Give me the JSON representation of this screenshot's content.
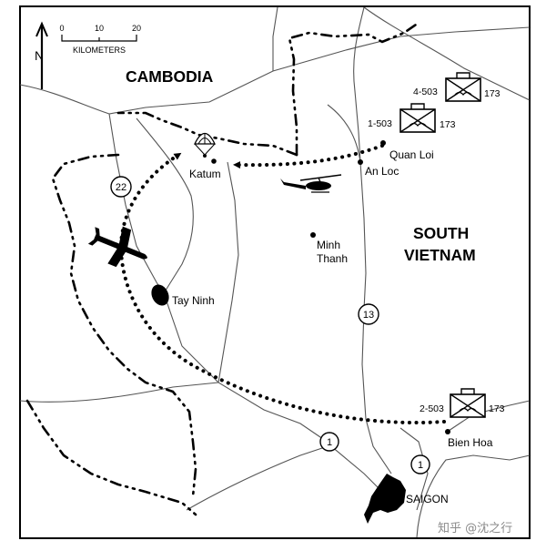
{
  "map": {
    "scale_bar": {
      "ticks": [
        "0",
        "10",
        "20"
      ],
      "unit": "KILOMETERS"
    },
    "north_label": "N",
    "regions": {
      "cambodia": "CAMBODIA",
      "south_vietnam_line1": "SOUTH",
      "south_vietnam_line2": "VIETNAM"
    },
    "places": {
      "katum": "Katum",
      "quan_loi": "Quan Loi",
      "an_loc": "An Loc",
      "minh_thanh_line1": "Minh",
      "minh_thanh_line2": "Thanh",
      "tay_ninh": "Tay Ninh",
      "bien_hoa": "Bien Hoa",
      "saigon": "SAIGON"
    },
    "highways": {
      "h22": "22",
      "h13": "13",
      "h1a": "1",
      "h1b": "1"
    },
    "units": {
      "u4_503": {
        "name": "4-503",
        "brigade": "173"
      },
      "u1_503": {
        "name": "1-503",
        "brigade": "173"
      },
      "u2_503": {
        "name": "2-503",
        "brigade": "173"
      }
    },
    "icons": [
      "north-arrow-icon",
      "parachute-icon",
      "helicopter-icon",
      "transport-plane-icon",
      "airborne-infantry-symbol-icon"
    ],
    "watermark": "知乎 @沈之行"
  }
}
